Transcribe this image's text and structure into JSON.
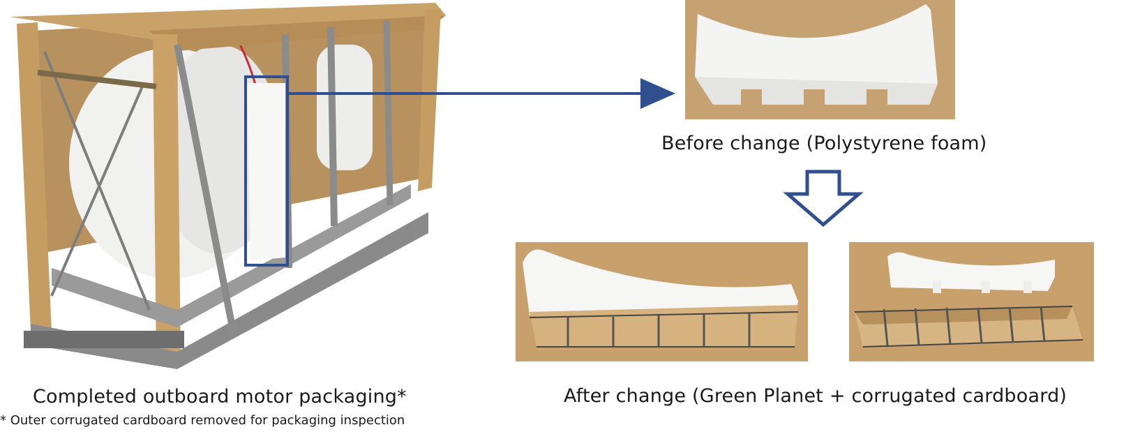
{
  "captions": {
    "left": "Completed outboard motor packaging*",
    "left_note": "* Outer corrugated cardboard removed for packaging inspection",
    "before": "Before change (Polystyrene foam)",
    "after": "After change (Green Planet + corrugated cardboard)"
  },
  "colors": {
    "highlight": "#2f4f8f",
    "cardboard": "#c9a26a",
    "backdrop": "#c8a06c",
    "foam": "#f4f4f2"
  },
  "icons": {
    "right_arrow": "arrow-right-icon",
    "down_arrow": "arrow-down-outline-icon"
  }
}
